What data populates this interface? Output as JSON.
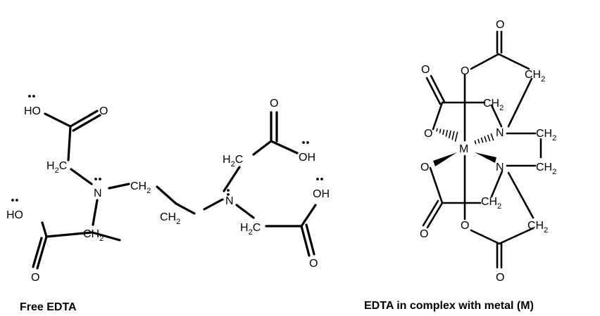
{
  "captions": {
    "free": "Free EDTA",
    "complex": "EDTA in complex with metal (M)"
  },
  "atoms": {
    "hydroxyl": "HO",
    "hydroxyl_right": "OH",
    "oxygen": "O",
    "nitrogen": "N",
    "metal": "M",
    "methylene": "CH",
    "methylene_h_first": "H",
    "methylene_h_first_tail": "C",
    "subscript_two": "2"
  }
}
